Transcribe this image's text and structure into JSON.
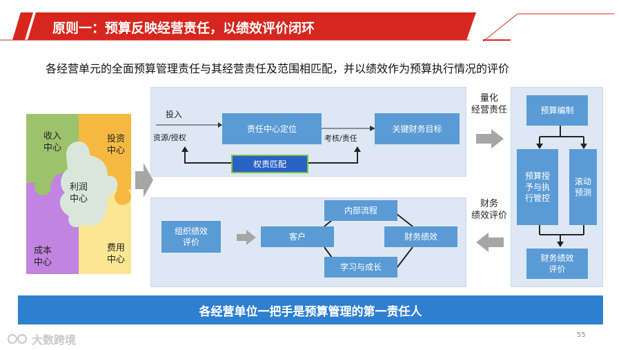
{
  "header": {
    "title": "原则一：预算反映经营责任，以绩效评价闭环"
  },
  "subtitle": "各经营单元的全面预算管理责任与其经营责任及范围相匹配，并以绩效作为预算执行情况的评价",
  "puzzle": {
    "income": "收入\n中心",
    "investment": "投资\n中心",
    "profit": "利润\n中心",
    "cost": "成本\n中心",
    "expense": "费用\n中心"
  },
  "top_panel": {
    "input_label": "投入",
    "resource_label": "资源/授权",
    "center_box": "责任中心定位",
    "assess_label": "考核/责任",
    "kpi_box": "关键财务目标",
    "match_box": "权责匹配"
  },
  "bottom_panel": {
    "org_perf_box": "组织绩效\n评价",
    "customer_box": "客户",
    "process_box": "内部流程",
    "finance_box": "财务绩效",
    "learning_box": "学习与成长"
  },
  "side_labels": {
    "quantify": "量化\n经营责任",
    "financial_eval": "财务\n绩效评价"
  },
  "right_panel": {
    "budget_prep": "预算编制",
    "budget_auth": "预算授\n予与执\n行管控",
    "rolling": "滚动\n预测",
    "finance_eval": "财务绩效\n评价"
  },
  "footer_bar": "各经营单位一把手是预算管理的第一责任人",
  "logo_text": "大数跨境",
  "page_number": "55",
  "colors": {
    "red": "#d7261e",
    "blue_box": "#5b9bd5",
    "blue_bar": "#2f7fd1",
    "panel": "#dde8f4",
    "arrow": "#a6a6a6"
  }
}
